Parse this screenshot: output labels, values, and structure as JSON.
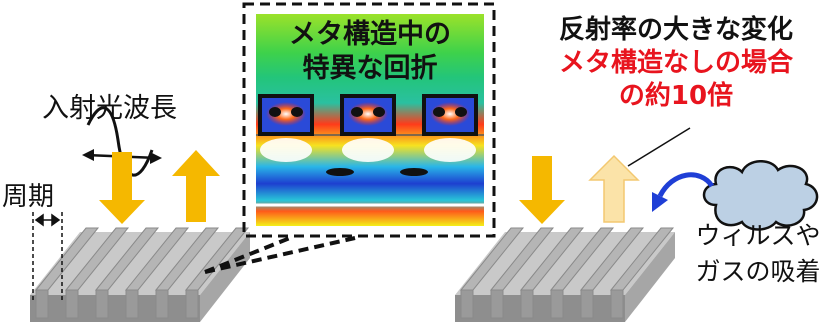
{
  "labels": {
    "wavelength": "入射光波長",
    "period": "周期"
  },
  "inset": {
    "title_line1": "メタ構造中の",
    "title_line2": "特異な回折"
  },
  "result": {
    "line1": "反射率の大きな変化",
    "line2": "メタ構造なしの場合",
    "line3": "の約10倍"
  },
  "adsorption": {
    "line1": "ウィルスや",
    "line2": "ガスの吸着"
  },
  "colors": {
    "arrow": "#f5b800",
    "arrow_faded": "#fbe3a8",
    "accent_red": "#e8141e",
    "adsorption_arrow": "#1f3fd6",
    "cloud_fill": "#bcd0e4",
    "grating": "#a9a9a9"
  }
}
